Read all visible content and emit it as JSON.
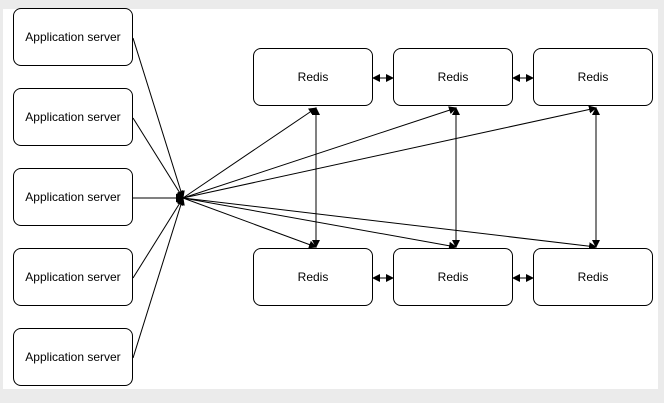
{
  "diagram": {
    "app_servers": [
      {
        "label": "Application server"
      },
      {
        "label": "Application server"
      },
      {
        "label": "Application server"
      },
      {
        "label": "Application server"
      },
      {
        "label": "Application server"
      }
    ],
    "redis_top": [
      {
        "label": "Redis"
      },
      {
        "label": "Redis"
      },
      {
        "label": "Redis"
      }
    ],
    "redis_bottom": [
      {
        "label": "Redis"
      },
      {
        "label": "Redis"
      },
      {
        "label": "Redis"
      }
    ]
  },
  "colors": {
    "background": "#ebebeb",
    "canvas": "#ffffff",
    "stroke": "#000000"
  }
}
